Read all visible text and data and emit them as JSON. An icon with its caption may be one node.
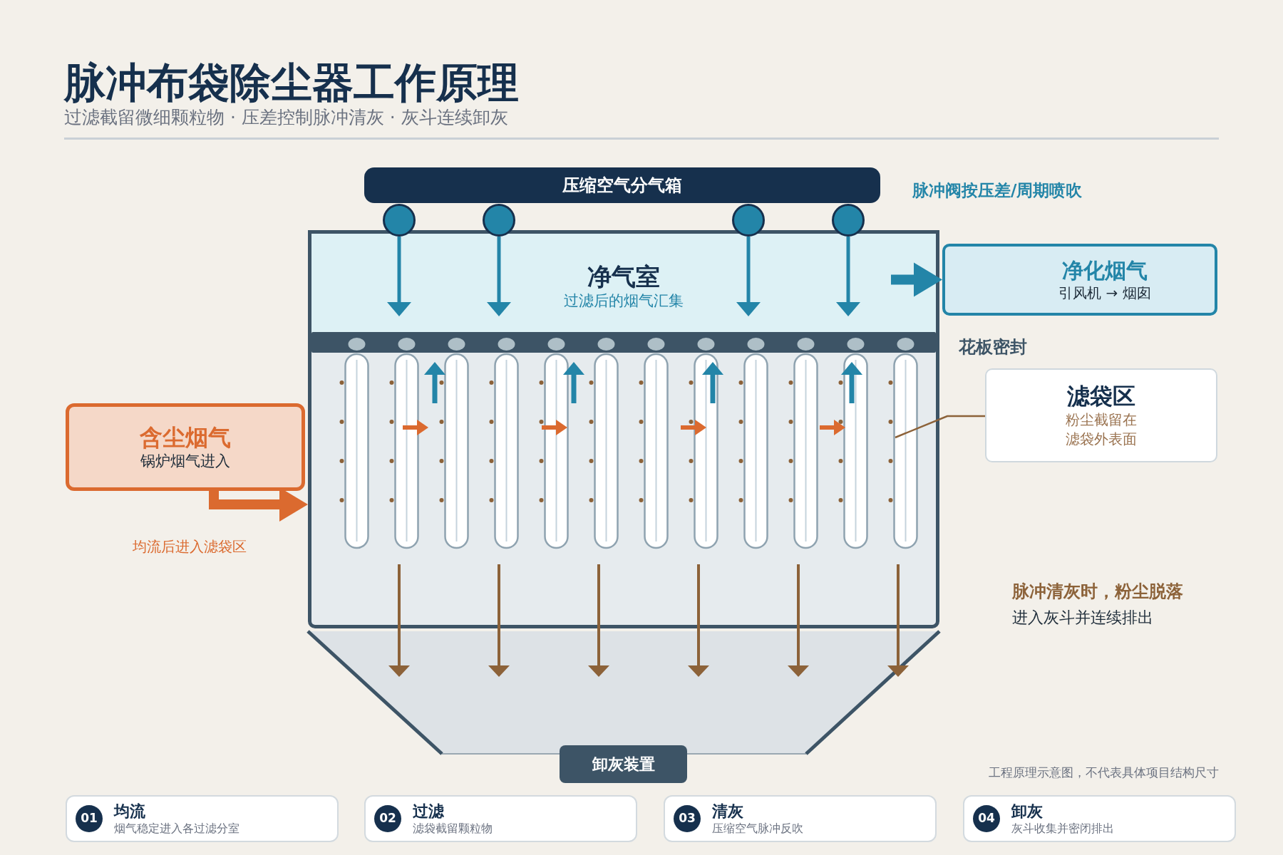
{
  "diagram": {
    "title": "脉冲布袋除尘器工作原理",
    "nodes": [
      {
        "text": [
          "压缩空气分气箱"
        ]
      },
      {
        "text": [],
        "shape": "circle"
      },
      {
        "text": [],
        "shape": "circle"
      },
      {
        "text": [],
        "shape": "circle"
      },
      {
        "text": [],
        "shape": "circle"
      },
      {
        "text": [
          "净气室",
          "过滤后的烟气汇集"
        ]
      },
      {
        "text": [
          "净化烟气",
          "引风机 → 烟囱"
        ]
      },
      {
        "text": [
          "含尘烟气",
          "锅炉烟气进入"
        ]
      },
      {
        "text": [
          "滤袋区",
          "粉尘截留在滤袋外表面"
        ]
      },
      {
        "text": [],
        "shape": "box"
      },
      {
        "text": [
          "卸灰装置"
        ]
      },
      {
        "text": [
          "01",
          "均流",
          "烟气稳定进入各过滤分室"
        ]
      },
      {
        "text": [
          "02",
          "过滤",
          "滤袋截留颗粒物"
        ]
      },
      {
        "text": [
          "03",
          "清灰",
          "压缩空气脉冲反吹"
        ]
      },
      {
        "text": [
          "04",
          "卸灰",
          "灰斗收集并密闭排出"
        ]
      },
      {
        "text": [],
        "shape": "bar",
        "in": 9
      }
    ],
    "edges": [
      {
        "from": 1,
        "to": 5,
        "arrow": "to"
      },
      {
        "from": 2,
        "to": 5,
        "arrow": "to"
      },
      {
        "from": 3,
        "to": 5,
        "arrow": "to"
      },
      {
        "from": 4,
        "to": 5,
        "arrow": "to"
      },
      {
        "from": 7,
        "to": 9,
        "arrow": "to",
        "style": "thick",
        "color": "#db6a2f"
      },
      {
        "from": 5,
        "to": 6,
        "arrow": "to",
        "style": "thick"
      },
      {
        "from": 8,
        "to": 9,
        "arrow": "none",
        "color": "#8c6239"
      }
    ],
    "labels": [
      "过滤截留微细颗粒物 · 压差控制脉冲清灰 · 灰斗连续卸灰",
      "脉冲阀按压差/周期喷吹",
      "花板密封",
      "均流后进入滤袋区",
      "脉冲清灰时，粉尘脱落",
      "进入灰斗并连续排出",
      "工程原理示意图，不代表具体项目结构尺寸"
    ]
  }
}
